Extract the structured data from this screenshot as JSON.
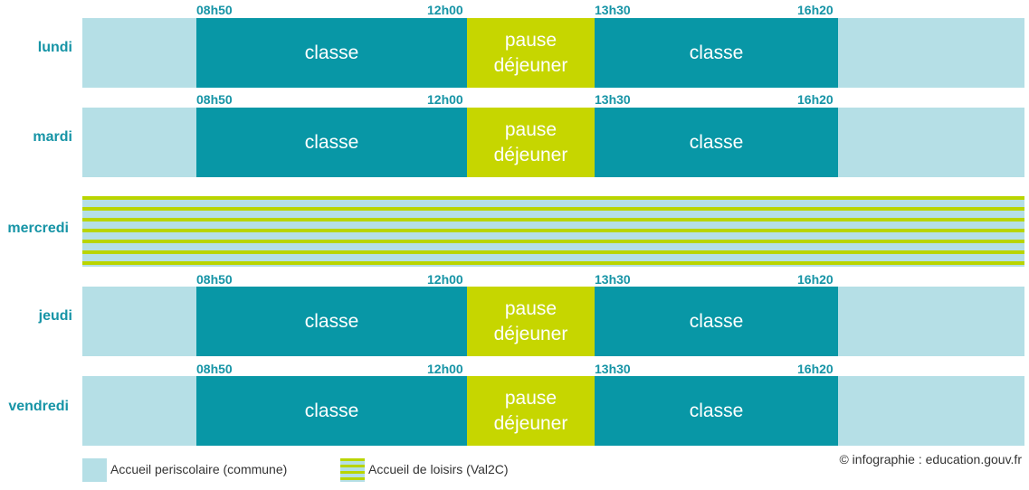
{
  "colors": {
    "classe": "#0897a6",
    "pause": "#c6d600",
    "periscolaire": "#b5dfe6",
    "loisirs": "#b9d500",
    "label_text": "#1694a6"
  },
  "segment_labels": {
    "classe": "classe",
    "pause_line1": "pause",
    "pause_line2": "déjeuner"
  },
  "times": {
    "t1": "08h50",
    "t2": "12h00",
    "t3": "13h30",
    "t4": "16h20"
  },
  "days": {
    "lundi": "lundi",
    "mardi": "mardi",
    "mercredi": "mercredi",
    "jeudi": "jeudi",
    "vendredi": "vendredi"
  },
  "legend": {
    "periscolaire": "Accueil periscolaire (commune)",
    "loisirs": "Accueil de loisirs (Val2C)"
  },
  "credit": "© infographie : education.gouv.fr"
}
